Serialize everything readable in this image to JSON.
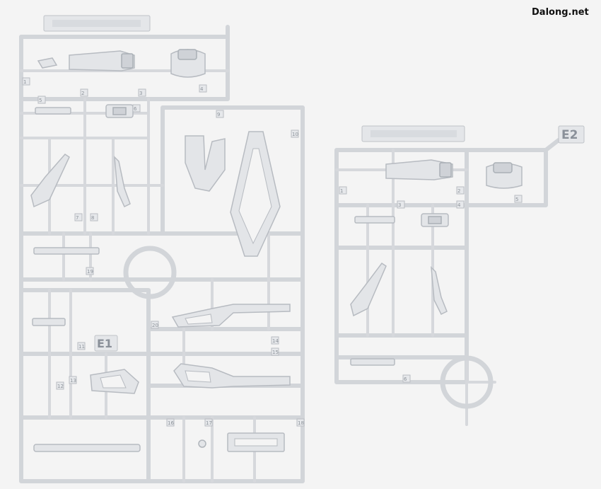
{
  "watermark": "Dalong.net",
  "sprues": [
    {
      "label": "E1",
      "gate_numbers": [
        "1",
        "2",
        "3",
        "4",
        "5",
        "6",
        "7",
        "8",
        "9",
        "10",
        "11",
        "12",
        "13",
        "14",
        "15",
        "16",
        "17",
        "18",
        "19",
        "20"
      ]
    },
    {
      "label": "E2",
      "gate_numbers": [
        "1",
        "2",
        "3",
        "4",
        "5",
        "6"
      ]
    }
  ],
  "colors": {
    "background": "#f4f4f4",
    "plastic": "#e3e5e8",
    "runner": "#d2d5d9"
  }
}
